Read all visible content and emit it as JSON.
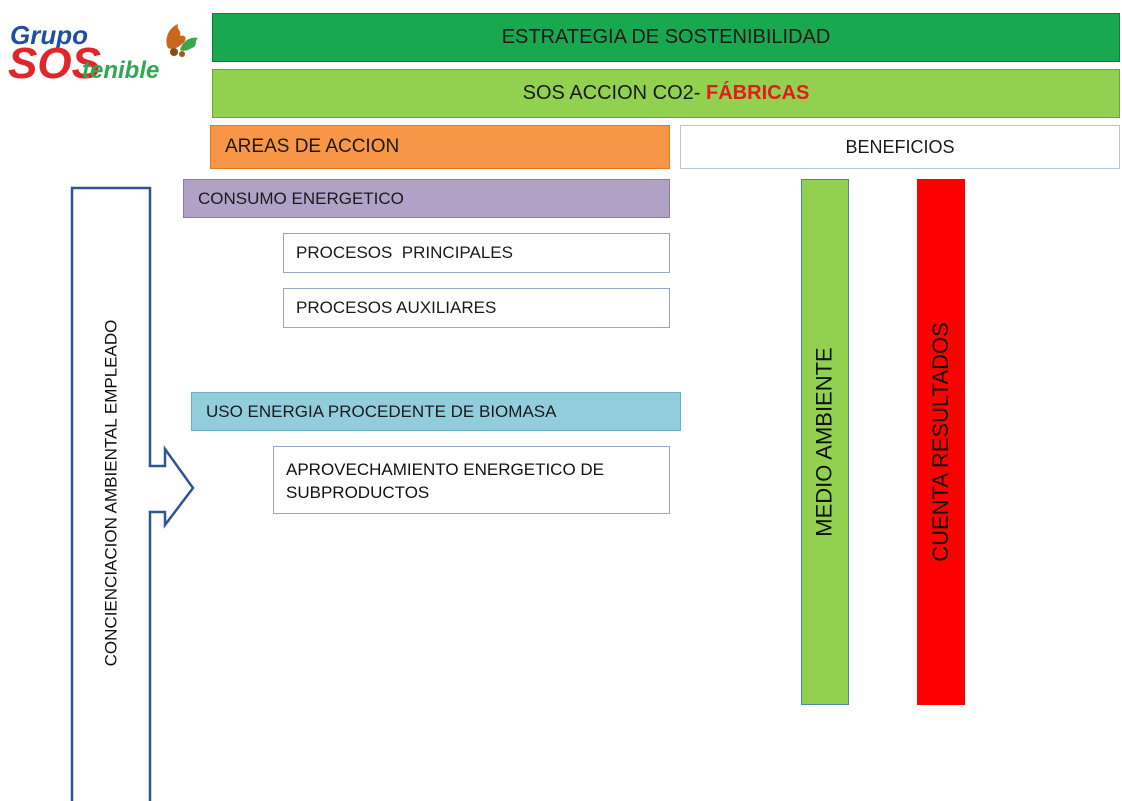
{
  "logo": {
    "line1": "Grupo",
    "sos": "SOS",
    "tenible": "tenible"
  },
  "header": {
    "title": "ESTRATEGIA DE SOSTENIBILIDAD",
    "subtitle_prefix": "SOS ACCION CO2- ",
    "subtitle_highlight": "FÁBRICAS"
  },
  "sections": {
    "areas": "AREAS DE ACCION",
    "beneficios": "BENEFICIOS"
  },
  "areas": {
    "consumo": "CONSUMO ENERGETICO",
    "procesos_principales": "PROCESOS  PRINCIPALES",
    "procesos_auxiliares": "PROCESOS AUXILIARES",
    "uso_biomasa": "USO ENERGIA PROCEDENTE DE BIOMASA",
    "aprovechamiento": "APROVECHAMIENTO ENERGETICO DE SUBPRODUCTOS"
  },
  "beneficios": {
    "medio_ambiente": "MEDIO AMBIENTE",
    "cuenta_resultados": "CUENTA RESULTADOS"
  },
  "concienciacion": "CONCIENCIACION AMBIENTAL EMPLEADO",
  "colors": {
    "dark_green": "#19a850",
    "light_green": "#92d050",
    "orange": "#f79646",
    "purple": "#b2a1c7",
    "light_blue": "#92cddc",
    "red": "#ff0000",
    "arrow_outline": "#2f5597"
  }
}
